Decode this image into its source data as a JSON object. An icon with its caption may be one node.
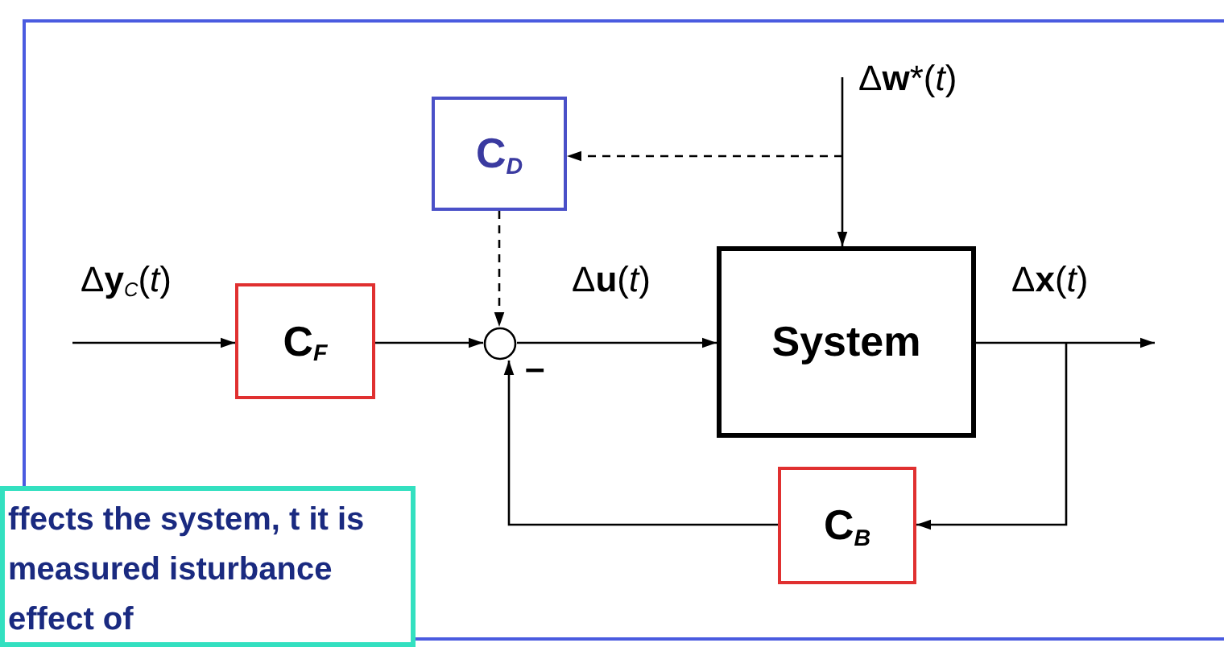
{
  "diagram": {
    "nodes": [
      {
        "text": [
          "C$_{D}$"
        ]
      },
      {
        "text": [
          "C$_{F}$"
        ]
      },
      {
        "text": [],
        "shape": "circle"
      },
      {
        "text": [
          "System"
        ]
      },
      {
        "text": [
          "C$_{B}$"
        ]
      },
      {
        "text": [
          "ffects the system, t it is measured isturbance effect of"
        ]
      }
    ],
    "edges": [
      {
        "from": null,
        "to": 1,
        "arrow": "to",
        "label": "Δ**y**$_{C}$(*t*)"
      },
      {
        "from": 1,
        "to": 2,
        "arrow": "to"
      },
      {
        "from": 0,
        "to": 2,
        "arrow": "to",
        "style": "dashed"
      },
      {
        "from": 2,
        "to": 3,
        "arrow": "to",
        "label": "Δ**u**(*t*)"
      },
      {
        "from": null,
        "to": 3,
        "arrow": "to",
        "label": "Δ**w***(*t*)"
      },
      {
        "from": null,
        "to": 0,
        "arrow": "to",
        "style": "dashed"
      },
      {
        "from": 3,
        "to": null,
        "arrow": "to",
        "label": "Δ**x**(*t*)"
      },
      {
        "from": null,
        "to": 4,
        "arrow": "to"
      },
      {
        "from": 4,
        "to": 2,
        "arrow": "to"
      }
    ],
    "labels": [
      "–"
    ]
  }
}
